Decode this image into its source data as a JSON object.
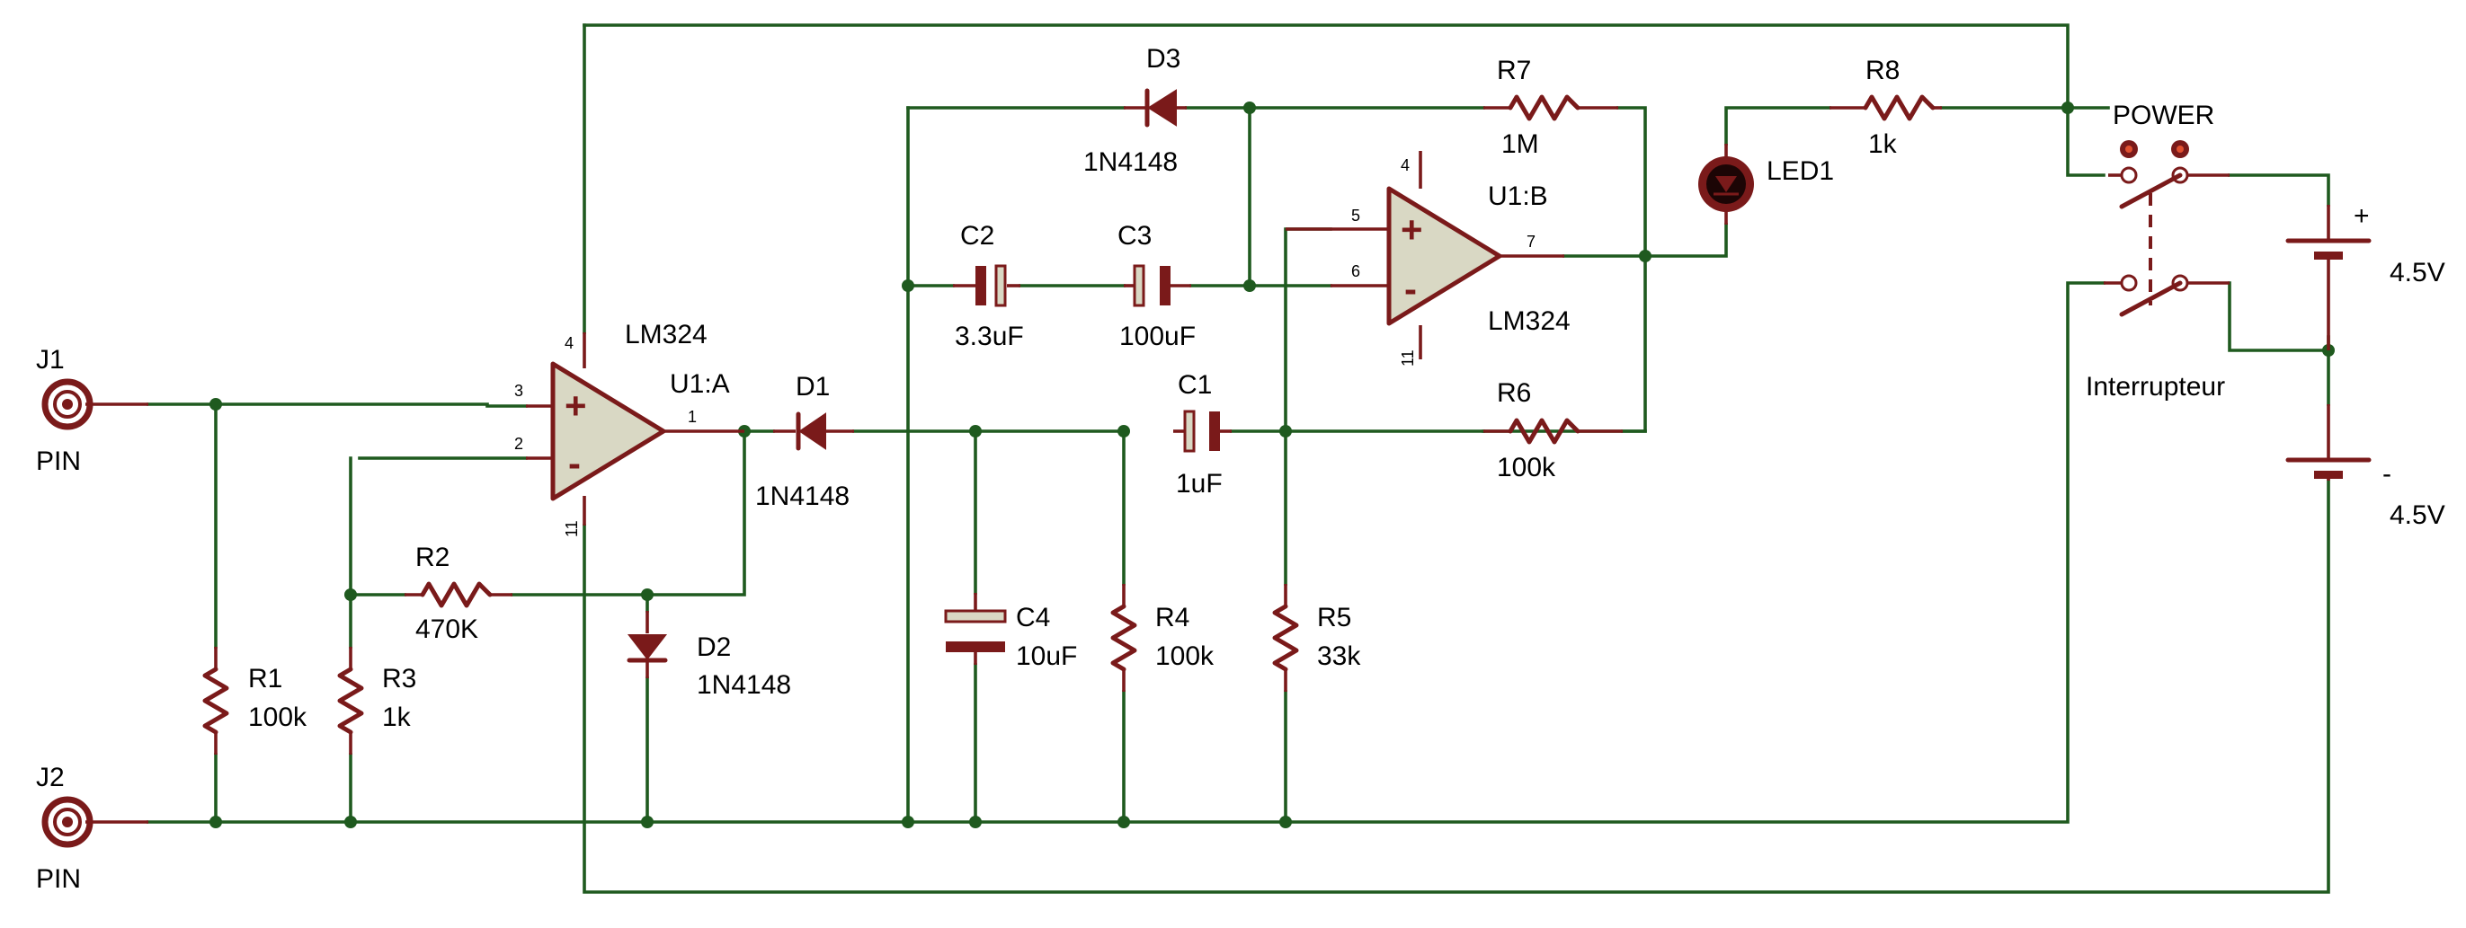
{
  "colors": {
    "wire": "#1f5a1f",
    "component": "#7a1a1a",
    "opamp_fill": "#d9d8c4",
    "background": "#ffffff"
  },
  "connectors": {
    "j1": {
      "ref": "J1",
      "type": "PIN"
    },
    "j2": {
      "ref": "J2",
      "type": "PIN"
    }
  },
  "opamps": {
    "u1a": {
      "ref": "U1:A",
      "model": "LM324",
      "pins": {
        "plus": "3",
        "minus": "2",
        "out": "1",
        "vcc": "4",
        "gnd": "11"
      }
    },
    "u1b": {
      "ref": "U1:B",
      "model": "LM324",
      "pins": {
        "plus": "5",
        "minus": "6",
        "out": "7",
        "vcc": "4",
        "gnd": "11"
      }
    }
  },
  "resistors": {
    "r1": {
      "ref": "R1",
      "value": "100k"
    },
    "r2": {
      "ref": "R2",
      "value": "470K"
    },
    "r3": {
      "ref": "R3",
      "value": "1k"
    },
    "r4": {
      "ref": "R4",
      "value": "100k"
    },
    "r5": {
      "ref": "R5",
      "value": "33k"
    },
    "r6": {
      "ref": "R6",
      "value": "100k"
    },
    "r7": {
      "ref": "R7",
      "value": "1M"
    },
    "r8": {
      "ref": "R8",
      "value": "1k"
    }
  },
  "capacitors": {
    "c1": {
      "ref": "C1",
      "value": "1uF"
    },
    "c2": {
      "ref": "C2",
      "value": "3.3uF"
    },
    "c3": {
      "ref": "C3",
      "value": "100uF"
    },
    "c4": {
      "ref": "C4",
      "value": "10uF"
    }
  },
  "diodes": {
    "d1": {
      "ref": "D1",
      "model": "1N4148"
    },
    "d2": {
      "ref": "D2",
      "model": "1N4148"
    },
    "d3": {
      "ref": "D3",
      "model": "1N4148"
    }
  },
  "led": {
    "ref": "LED1"
  },
  "switch": {
    "title": "POWER",
    "name": "Interrupteur"
  },
  "batteries": {
    "top": {
      "sign": "+",
      "voltage": "4.5V"
    },
    "bottom": {
      "sign": "-",
      "voltage": "4.5V"
    }
  }
}
